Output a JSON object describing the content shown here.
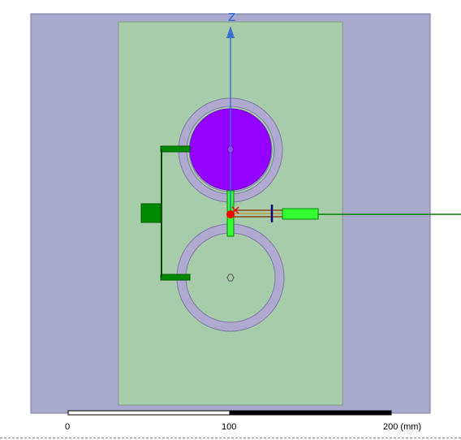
{
  "view": {
    "axis_label": "Z",
    "scale_bar": {
      "ticks": [
        "0",
        "100",
        "200 (mm)"
      ]
    }
  },
  "colors": {
    "background_region": "#a9a9cd",
    "substrate": "#a7ccaa",
    "ring": "#b0aad0",
    "patch": "#9400ff",
    "feed_line": "#00aa00",
    "bright_green": "#33ff33",
    "axis": "#3b6fd4",
    "port_marker": "#ff0000"
  }
}
